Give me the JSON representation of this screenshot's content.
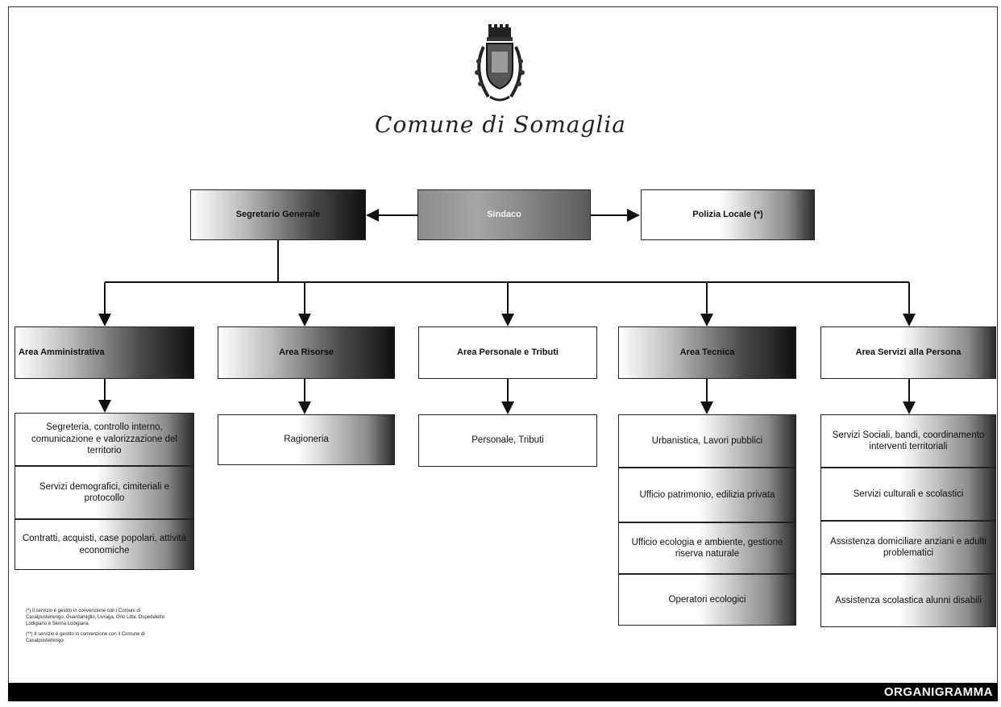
{
  "header": {
    "town_name": "Comune di Somaglia"
  },
  "top": {
    "segretario": "Segretario Generale",
    "sindaco": "Sindaco",
    "polizia": "Polizia Locale (*)"
  },
  "areas": [
    {
      "title": "Area Amministrativa",
      "services": [
        "Segreteria, controllo interno, comunicazione e valorizzazione del territorio",
        "Servizi demografici, cimiteriali e protocollo",
        "Contratti, acquisti, case popolari, attività economiche"
      ]
    },
    {
      "title": "Area Risorse",
      "services": [
        "Ragioneria"
      ]
    },
    {
      "title": "Area Personale e Tributi",
      "services": [
        "Personale, Tributi"
      ]
    },
    {
      "title": "Area Tecnica",
      "services": [
        "Urbanistica, Lavori pubblici",
        "Ufficio patrimonio, edilizia privata",
        "Ufficio ecologia e ambiente, gestione riserva naturale",
        "Operatori ecologici"
      ]
    },
    {
      "title": "Area Servizi alla Persona",
      "services": [
        "Servizi Sociali, bandi, coordinamento interventi territoriali",
        "Servizi culturali e scolastici",
        "Assistenza domiciliare anziani e adulti problematici",
        "Assistenza scolastica alunni disabili"
      ]
    }
  ],
  "notes": {
    "note1": "(*) Il servizio è gestito in convenzione con i Comuni di Casalpusterlengo, Guardamiglio, Livraga, Orio Litta, Ospedaletto Lodigiano e Senna Lodigiana",
    "note2": "(**) Il servizio è gestito in convenzione con il Comune di Casalpusterlengo"
  },
  "footer": {
    "label": "ORGANIGRAMMA"
  }
}
